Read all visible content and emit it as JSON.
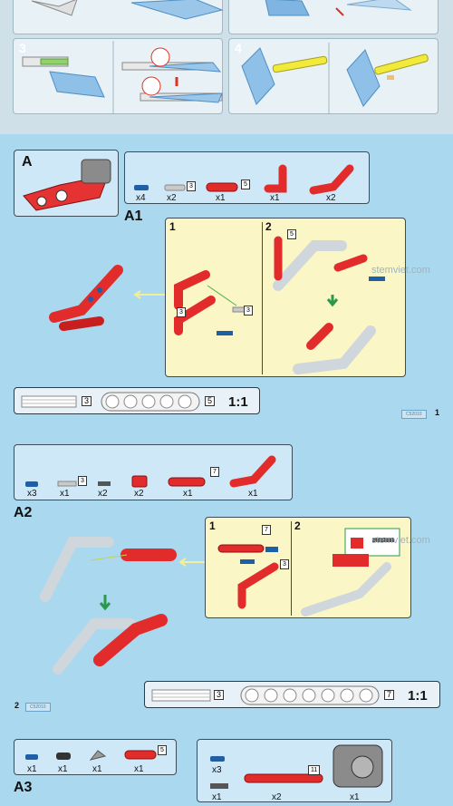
{
  "top_steps": [
    {
      "num": "3"
    },
    {
      "num": "4"
    }
  ],
  "section_a": {
    "title": "A",
    "sub_label": "A1",
    "parts": [
      {
        "icon": "blue-pin-icon",
        "count": "x4"
      },
      {
        "icon": "gray-axle-icon",
        "count": "x2",
        "size": "3"
      },
      {
        "icon": "red-beam-icon",
        "count": "x1",
        "size": "5"
      },
      {
        "icon": "red-l-beam-icon",
        "count": "x1"
      },
      {
        "icon": "red-bent-beam-icon",
        "count": "x2"
      }
    ],
    "steps": [
      {
        "num": "1",
        "sizes": [
          "3",
          "3"
        ]
      },
      {
        "num": "2",
        "sizes": [
          "5"
        ]
      }
    ],
    "scale": {
      "axle": "3",
      "beam": "5",
      "ratio": "1:1"
    },
    "watermark": "stemviet.com",
    "page": "1",
    "page_tag": "C52010"
  },
  "section_a2": {
    "title": "A2",
    "parts": [
      {
        "icon": "blue-pin-icon",
        "count": "x3"
      },
      {
        "icon": "gray-axle-icon",
        "count": "x1",
        "size": "3"
      },
      {
        "icon": "dark-axle-icon",
        "count": "x2"
      },
      {
        "icon": "red-connector-icon",
        "count": "x2"
      },
      {
        "icon": "red-beam-icon",
        "count": "x1",
        "size": "7"
      },
      {
        "icon": "red-bent-beam-icon",
        "count": "x1"
      }
    ],
    "steps": [
      {
        "num": "1",
        "sizes": [
          "7",
          "3"
        ]
      },
      {
        "num": "2"
      }
    ],
    "scale": {
      "axle": "3",
      "beam": "7",
      "ratio": "1:1"
    },
    "watermark": "stemviet.com",
    "page": "2",
    "page_tag": "C52010"
  },
  "section_a3": {
    "title": "A3",
    "parts_left": [
      {
        "icon": "blue-pin-icon",
        "count": "x1"
      },
      {
        "icon": "black-pin-icon",
        "count": "x1"
      },
      {
        "icon": "gray-claw-icon",
        "count": "x1"
      },
      {
        "icon": "red-beam-icon",
        "count": "x1",
        "size": "5"
      }
    ],
    "parts_right": [
      {
        "icon": "blue-pin-icon",
        "count": "x3"
      },
      {
        "icon": "dark-axle-icon",
        "count": "x1"
      },
      {
        "icon": "red-beam-icon",
        "count": "x2",
        "size": "11"
      },
      {
        "icon": "gray-motor-icon",
        "count": "x1"
      }
    ]
  }
}
